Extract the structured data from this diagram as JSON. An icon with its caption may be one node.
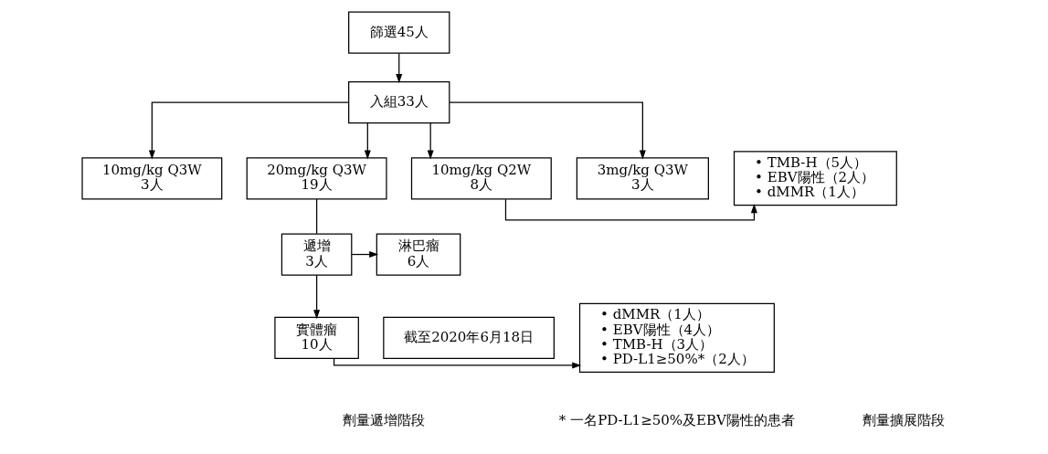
{
  "diagram": {
    "nodes": [
      {
        "text": [
          "篩選45人"
        ]
      },
      {
        "text": [
          "入組33人"
        ]
      },
      {
        "text": [
          "3mg/kg Q3W",
          "3人"
        ]
      },
      {
        "text": [
          "10mg/kg Q3W",
          "3人"
        ]
      },
      {
        "text": [
          "20mg/kg Q3W",
          "19人"
        ]
      },
      {
        "text": [
          "10mg/kg Q2W",
          "8人"
        ]
      },
      {
        "text": [
          "• TMB-H（5人）",
          "• EBV陽性（2人）",
          "• dMMR（1人）"
        ]
      },
      {
        "text": [
          "遞增",
          "3人"
        ]
      },
      {
        "text": [
          "淋巴瘤",
          "6人"
        ]
      },
      {
        "text": [
          "實體瘤",
          "10人"
        ]
      },
      {
        "text": [
          "• dMMR（1人）",
          "• EBV陽性（4人）",
          "• TMB-H（3人）",
          "• PD-L1≥50%*（2人）"
        ]
      },
      {
        "text": [
          "截至2020年6月18日"
        ]
      }
    ],
    "edges": [
      {
        "from": 0,
        "to": 1,
        "arrow": "to"
      },
      {
        "from": 1,
        "to": 2,
        "arrow": "to"
      },
      {
        "from": 1,
        "to": 3,
        "arrow": "to"
      },
      {
        "from": 1,
        "to": 4,
        "arrow": "to"
      },
      {
        "from": 1,
        "to": 5,
        "arrow": "to"
      },
      {
        "from": 5,
        "to": 6,
        "arrow": "to"
      },
      {
        "from": 4,
        "to": 7,
        "arrow": "none"
      },
      {
        "from": 7,
        "to": 8,
        "arrow": "to"
      },
      {
        "from": 7,
        "to": 9,
        "arrow": "to"
      },
      {
        "from": 9,
        "to": 10,
        "arrow": "to"
      }
    ],
    "labels": [
      "劑量遞增階段",
      "劑量擴展階段",
      "* 一名PD-L1≥50%及EBV陽性的患者"
    ]
  }
}
